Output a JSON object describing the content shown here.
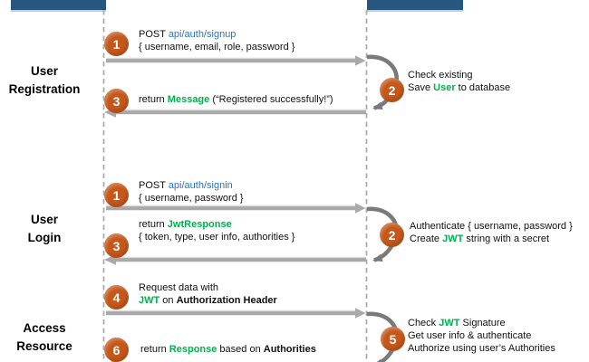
{
  "colors": {
    "header_bar": "#27567F",
    "step_badge": "#C5571A",
    "highlight_green": "#00B050",
    "endpoint_blue": "#2E74B5",
    "arrow_gray": "#A9A9A9",
    "loop_gray": "#7A7A7A",
    "lifeline_gray": "#ACACAC",
    "text": "#111111"
  },
  "sections": [
    {
      "label": {
        "line1": "User",
        "line2": "Registration"
      },
      "steps": [
        {
          "number": "1",
          "role": "request",
          "lines": [
            [
              {
                "t": "POST ",
                "c": ""
              },
              {
                "t": "api/auth/signup",
                "c": "link"
              }
            ],
            [
              {
                "t": "{ username, email, role, password }",
                "c": ""
              }
            ]
          ]
        },
        {
          "number": "2",
          "role": "process",
          "lines": [
            [
              {
                "t": "Check existing",
                "c": ""
              }
            ],
            [
              {
                "t": "Save ",
                "c": ""
              },
              {
                "t": "User",
                "c": "green"
              },
              {
                "t": " to database",
                "c": ""
              }
            ]
          ]
        },
        {
          "number": "3",
          "role": "response",
          "lines": [
            [
              {
                "t": "return ",
                "c": ""
              },
              {
                "t": "Message",
                "c": "green"
              },
              {
                "t": " (“Registered successfully!”)",
                "c": ""
              }
            ]
          ]
        }
      ]
    },
    {
      "label": {
        "line1": "User",
        "line2": "Login"
      },
      "steps": [
        {
          "number": "1",
          "role": "request",
          "lines": [
            [
              {
                "t": "POST ",
                "c": ""
              },
              {
                "t": "api/auth/signin",
                "c": "link"
              }
            ],
            [
              {
                "t": "{ username, password }",
                "c": ""
              }
            ]
          ]
        },
        {
          "number": "2",
          "role": "process",
          "lines": [
            [
              {
                "t": "Authenticate { username, password }",
                "c": ""
              }
            ],
            [
              {
                "t": "Create ",
                "c": ""
              },
              {
                "t": "JWT",
                "c": "green"
              },
              {
                "t": " string with a secret",
                "c": ""
              }
            ]
          ]
        },
        {
          "number": "3",
          "role": "response",
          "lines": [
            [
              {
                "t": "return ",
                "c": ""
              },
              {
                "t": "JwtResponse",
                "c": "green"
              }
            ],
            [
              {
                "t": "{ token, type, user info, authorities }",
                "c": ""
              }
            ]
          ]
        }
      ]
    },
    {
      "label": {
        "line1": "Access",
        "line2": "Resource"
      },
      "steps": [
        {
          "number": "4",
          "role": "request",
          "lines": [
            [
              {
                "t": "Request data with",
                "c": ""
              }
            ],
            [
              {
                "t": "JWT",
                "c": "green"
              },
              {
                "t": " on ",
                "c": ""
              },
              {
                "t": "Authorization Header",
                "c": "bold"
              }
            ]
          ]
        },
        {
          "number": "5",
          "role": "process",
          "lines": [
            [
              {
                "t": "Check ",
                "c": ""
              },
              {
                "t": "JWT",
                "c": "green"
              },
              {
                "t": " Signature",
                "c": ""
              }
            ],
            [
              {
                "t": "Get user info & authenticate",
                "c": ""
              }
            ],
            [
              {
                "t": "Authorize using user’s Authorities",
                "c": ""
              }
            ]
          ]
        },
        {
          "number": "6",
          "role": "response",
          "lines": [
            [
              {
                "t": "return ",
                "c": ""
              },
              {
                "t": "Response",
                "c": "green"
              },
              {
                "t": " based on ",
                "c": ""
              },
              {
                "t": "Authorities",
                "c": "bold"
              }
            ]
          ]
        }
      ]
    }
  ]
}
